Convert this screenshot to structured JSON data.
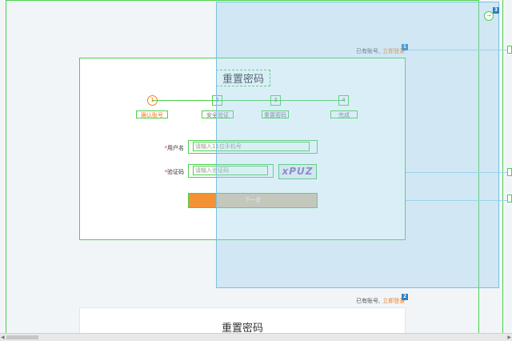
{
  "top": {
    "login_prompt": "已有账号,",
    "login_link": "立即登录",
    "badge": "1"
  },
  "card": {
    "title": "重置密码",
    "steps": [
      {
        "number": "1",
        "label": "确认账号",
        "active": true
      },
      {
        "number": "2",
        "label": "安全验证",
        "active": false
      },
      {
        "number": "3",
        "label": "重置密码",
        "active": false
      },
      {
        "number": "4",
        "label": "完成",
        "active": false
      }
    ],
    "username_label": "用户名",
    "username_placeholder": "请输入11位手机号",
    "code_label": "验证码",
    "code_placeholder": "请输入验证码",
    "captcha_text": "xPUZ",
    "next_label": "下一步",
    "required_mark": "*"
  },
  "bottom": {
    "login_prompt": "已有账号,",
    "login_link": "立即登录",
    "badge": "2",
    "title": "重置密码"
  },
  "overlay_badge": "3",
  "colors": {
    "accent": "#f07f1e",
    "guide": "#4cd04c",
    "badge": "#2a7ec2",
    "overlay": "#96cdeb"
  }
}
